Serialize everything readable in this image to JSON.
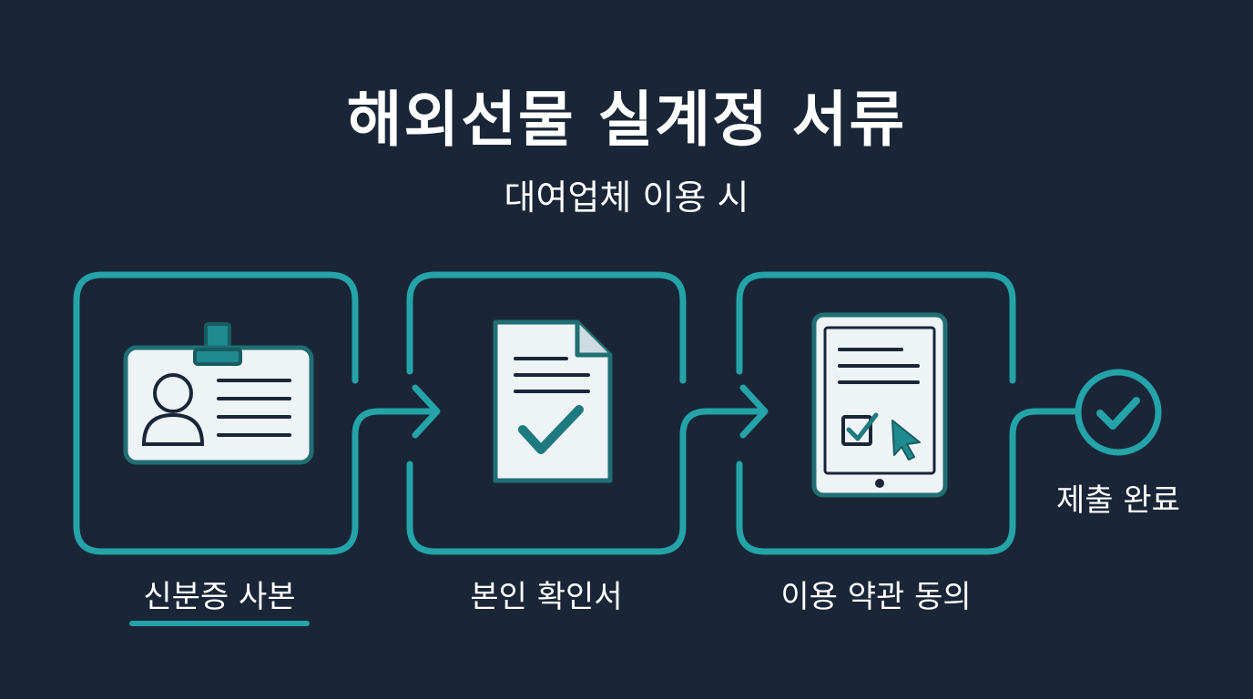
{
  "header": {
    "title": "해외선물 실계정 서류",
    "subtitle": "대여업체 이용 시"
  },
  "steps": [
    {
      "label": "신분증 사본",
      "icon": "id-card-icon",
      "active": true
    },
    {
      "label": "본인 확인서",
      "icon": "document-check-icon",
      "active": false
    },
    {
      "label": "이용 약관 동의",
      "icon": "tablet-checkbox-icon",
      "active": false
    }
  ],
  "final": {
    "label": "제출 완료",
    "icon": "check-circle-icon"
  },
  "colors": {
    "background": "#1a2637",
    "accent": "#24a3a8",
    "icon_fill": "#eef3f6",
    "icon_stroke": "#1f6f73"
  }
}
